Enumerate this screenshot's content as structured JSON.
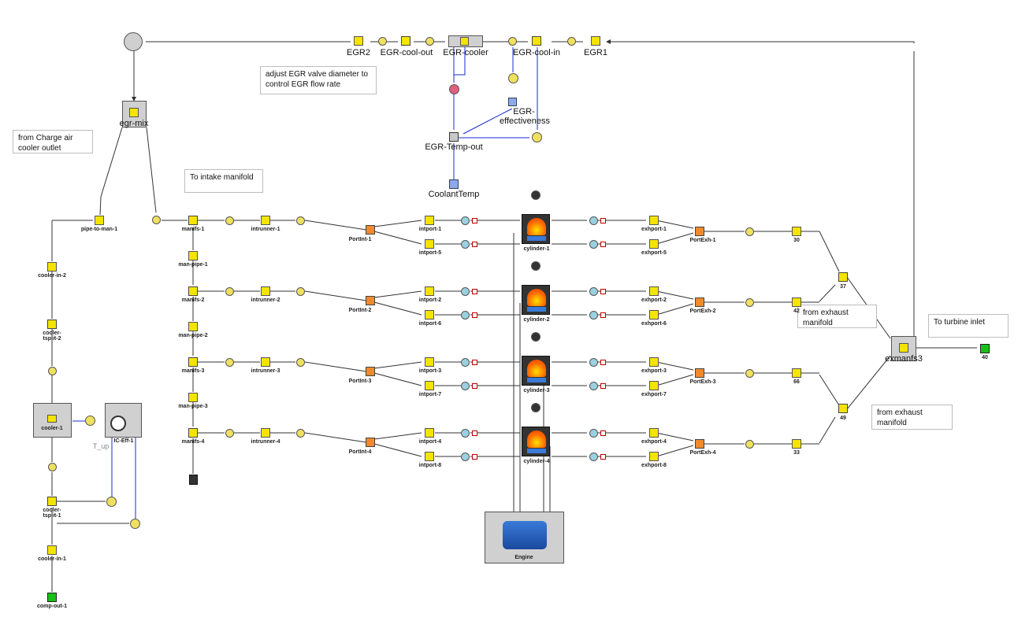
{
  "notes": {
    "egr_adjust": "adjust EGR valve diameter to control EGR flow rate",
    "charge_air": "from Charge air cooler outlet",
    "to_intake": "To intake manifold",
    "from_exhaust_1": "from exhaust manifold",
    "from_exhaust_2": "from exhaust manifold",
    "to_turbine": "To turbine inlet"
  },
  "egr_loop": {
    "egr2": "EGR2",
    "egr_cool_out": "EGR-cool-out",
    "egr_cooler": "EGR-cooler",
    "egr_cool_in": "EGR-cool-in",
    "egr1": "EGR1",
    "egr_effectiveness": "EGR-effectiveness",
    "egr_temp_out": "EGR-Temp-out",
    "coolant_temp": "CoolantTemp",
    "egr_mix": "egr-mix"
  },
  "charge_air": {
    "pipe_to_man": "pipe-to-man-1",
    "cooler_in_2": "cooler-in-2",
    "cooler_tsplit_2": "cooler-tsplit-2",
    "cooler_1": "cooler-1",
    "ic_eff": "IC-Eff-1",
    "t_up": "T_up",
    "cooler_tsplit_1": "cooler-tsplit-1",
    "cooler_in_1": "cooler-in-1",
    "comp_out": "comp-out-1"
  },
  "intake": {
    "manifold_splits": [
      "manifs-1",
      "manifs-2",
      "manifs-3",
      "manifs-4"
    ],
    "man_pipes": [
      "man-pipe-1",
      "man-pipe-2",
      "man-pipe-3"
    ],
    "runners": [
      "intrunner-1",
      "intrunner-2",
      "intrunner-3",
      "intrunner-4"
    ],
    "port_splits": [
      "PortInt-1",
      "PortInt-2",
      "PortInt-3",
      "PortInt-4"
    ],
    "ports_top": [
      "intport-1",
      "intport-2",
      "intport-3",
      "intport-4"
    ],
    "ports_bottom": [
      "intport-5",
      "intport-6",
      "intport-7",
      "intport-8"
    ]
  },
  "cylinders": [
    "cylinder-1",
    "cylinder-2",
    "cylinder-3",
    "cylinder-4"
  ],
  "engine": "Engine",
  "exhaust": {
    "ports_top": [
      "exhport-1",
      "exhport-2",
      "exhport-3",
      "exhport-4"
    ],
    "ports_bottom": [
      "exhport-5",
      "exhport-6",
      "exhport-7",
      "exhport-8"
    ],
    "port_joins": [
      "PortExh-1",
      "PortExh-2",
      "PortExh-3",
      "PortExh-4"
    ],
    "pipes": [
      "30",
      "42",
      "66",
      "33"
    ],
    "joins": [
      "37",
      "49"
    ],
    "exmanfs": "exmanfs3",
    "outlet": "40"
  },
  "port_numbers": [
    "1",
    "2",
    "3",
    "4"
  ],
  "colors": {
    "component_yellow": "#f4e400",
    "signal_line": "#1a2ad8",
    "flow_line": "#333333",
    "outlet_green": "#18c018"
  }
}
